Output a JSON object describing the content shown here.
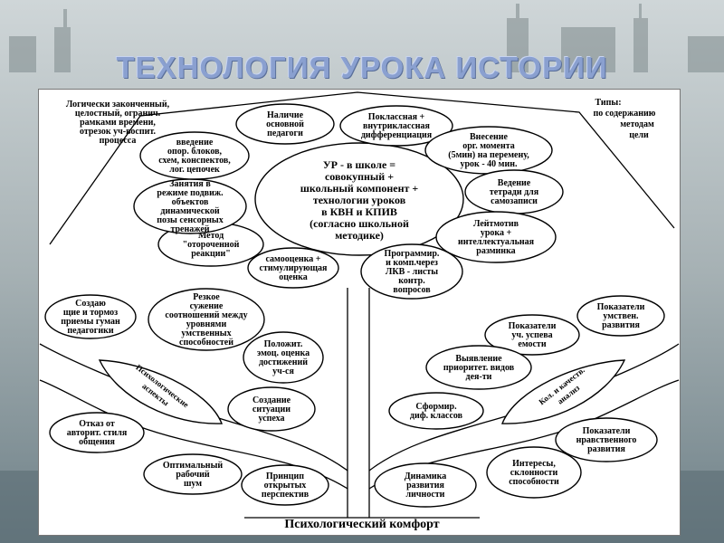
{
  "title": "ТЕХНОЛОГИЯ УРОКА ИСТОРИИ",
  "top_left_note": [
    "Логически законченный,",
    "целостный, огранич.",
    "рамками времени,",
    "отрезок уч-воспит.",
    "процесса"
  ],
  "top_right_note": [
    "Типы:",
    "по содержанию",
    "методам",
    "цели"
  ],
  "center": [
    "УР - в школе =",
    "совокупный +",
    "школьный компонент +",
    "технологии уроков",
    "в КВН и КПИВ",
    "(согласно школьной",
    "методике)"
  ],
  "crown": [
    [
      "Наличие",
      "основной",
      "педагоги"
    ],
    [
      "Поклассная +",
      "внутриклассная",
      "дифференциация"
    ],
    [
      "Внесение",
      "орг. момента",
      "(5мин) на перемену,",
      "урок - 40 мин."
    ],
    [
      "Ведение",
      "тетради для",
      "самозаписи"
    ],
    [
      "Лейтмотив",
      "урока +",
      "интеллектуальная",
      "разминка"
    ],
    [
      "Программир.",
      "и комп.через",
      "ЛКВ - листы",
      "контр.",
      "вопросов"
    ],
    [
      "самооценка +",
      "стимулирующая",
      "оценка"
    ],
    [
      "Метод",
      "\"отороченной",
      "реакции\""
    ],
    [
      "Занятия в",
      "режиме подвиж.",
      "объектов",
      "динамической",
      "позы сенсорных",
      "тренажей"
    ],
    [
      "введение",
      "опор. блоков,",
      "схем, конспектов,",
      "лог. цепочек"
    ]
  ],
  "left_branch": [
    [
      "Создаю",
      "щие и тормоз",
      "приемы гуман",
      "педагогики"
    ],
    [
      "Резкое",
      "сужение",
      "соотношений между",
      "уровнями",
      "умственных",
      "способностей"
    ],
    [
      "Положит.",
      "эмоц. оценка",
      "достижений",
      "уч-ся"
    ],
    [
      "Создание",
      "ситуации",
      "успеха"
    ],
    [
      "Отказ от",
      "авторит. стиля",
      "общения"
    ],
    [
      "Оптимальный",
      "рабочий",
      "шум"
    ],
    [
      "Принцип",
      "открытых",
      "перспектив"
    ]
  ],
  "left_leaf": [
    "Психологические",
    "аспекты"
  ],
  "right_branch": [
    [
      "Показатели",
      "умствен.",
      "развития"
    ],
    [
      "Показатели",
      "уч. успева",
      "емости"
    ],
    [
      "Выявление",
      "приоритет. видов",
      "дея-ти"
    ],
    [
      "Сформир.",
      "диф. классов"
    ],
    [
      "Показатели",
      "нравственного",
      "развития"
    ],
    [
      "Интересы,",
      "склонности",
      "способности"
    ],
    [
      "Динамика",
      "развития",
      "личности"
    ]
  ],
  "right_leaf": [
    "Кол. и качеств.",
    "анализ"
  ],
  "base_label": "Психологический комфорт"
}
